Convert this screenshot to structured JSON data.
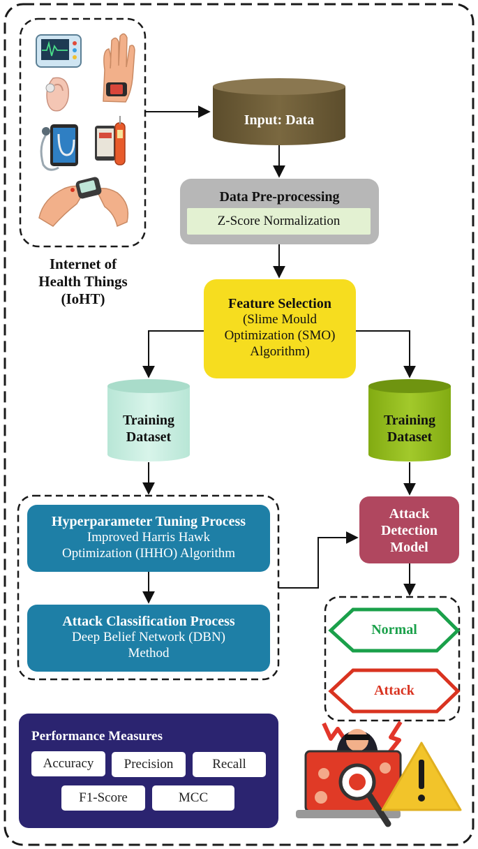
{
  "iot": {
    "caption_line1": "Internet of",
    "caption_line2": "Health Things",
    "caption_line3": "(IoHT)"
  },
  "input": {
    "label": "Input: Data"
  },
  "preprocess": {
    "title": "Data Pre-processing",
    "method": "Z-Score Normalization"
  },
  "feature": {
    "title": "Feature Selection",
    "line1": "(Slime Mould",
    "line2": "Optimization (SMO)",
    "line3": "Algorithm)"
  },
  "train_left": {
    "line1": "Training",
    "line2": "Dataset"
  },
  "train_right": {
    "line1": "Training",
    "line2": "Dataset"
  },
  "tuning": {
    "title": "Hyperparameter Tuning Process",
    "line1": "Improved Harris Hawk",
    "line2": "Optimization (IHHO) Algorithm"
  },
  "classify": {
    "title": "Attack Classification Process",
    "line1": "Deep Belief Network (DBN)",
    "line2": "Method"
  },
  "detect": {
    "line1": "Attack",
    "line2": "Detection",
    "line3": "Model"
  },
  "outputs": {
    "normal": "Normal",
    "attack": "Attack"
  },
  "performance": {
    "title": "Performance Measures",
    "metrics": [
      "Accuracy",
      "Precision",
      "Recall",
      "F1-Score",
      "MCC"
    ]
  },
  "colors": {
    "input": "#6b5a36",
    "preprocess": "#b7b7b7",
    "preprocess_inner": "#e3f1d2",
    "feature": "#f6dd1f",
    "train_left": "#ccefe3",
    "train_right": "#93bd1d",
    "process": "#1e7fa6",
    "detect": "#b0475f",
    "normal": "#1aa04a",
    "attack": "#d93320",
    "performance": "#2b2470"
  }
}
